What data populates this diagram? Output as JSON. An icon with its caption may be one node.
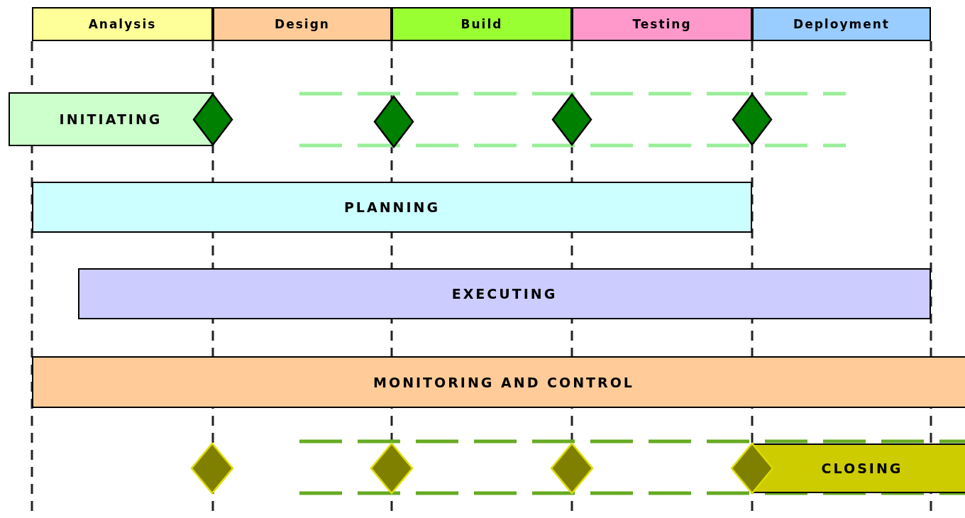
{
  "diagram": {
    "nodes": [
      {
        "text": [
          "Analysis"
        ]
      },
      {
        "text": [
          "Design"
        ]
      },
      {
        "text": [
          "Build"
        ]
      },
      {
        "text": [
          "Testing"
        ]
      },
      {
        "text": [
          "Deployment"
        ]
      },
      {
        "text": [
          "INITIATING"
        ]
      },
      {
        "text": [],
        "shape": "diamond"
      },
      {
        "text": [],
        "shape": "diamond"
      },
      {
        "text": [],
        "shape": "diamond"
      },
      {
        "text": [],
        "shape": "diamond"
      },
      {
        "text": [
          "PLANNING"
        ]
      },
      {
        "text": [
          "EXECUTING"
        ]
      },
      {
        "text": [
          "MONITORING AND CONTROL"
        ]
      },
      {
        "text": [],
        "shape": "diamond"
      },
      {
        "text": [],
        "shape": "diamond"
      },
      {
        "text": [],
        "shape": "diamond"
      },
      {
        "text": [],
        "shape": "diamond"
      },
      {
        "text": [
          "CLOSING"
        ]
      }
    ]
  }
}
